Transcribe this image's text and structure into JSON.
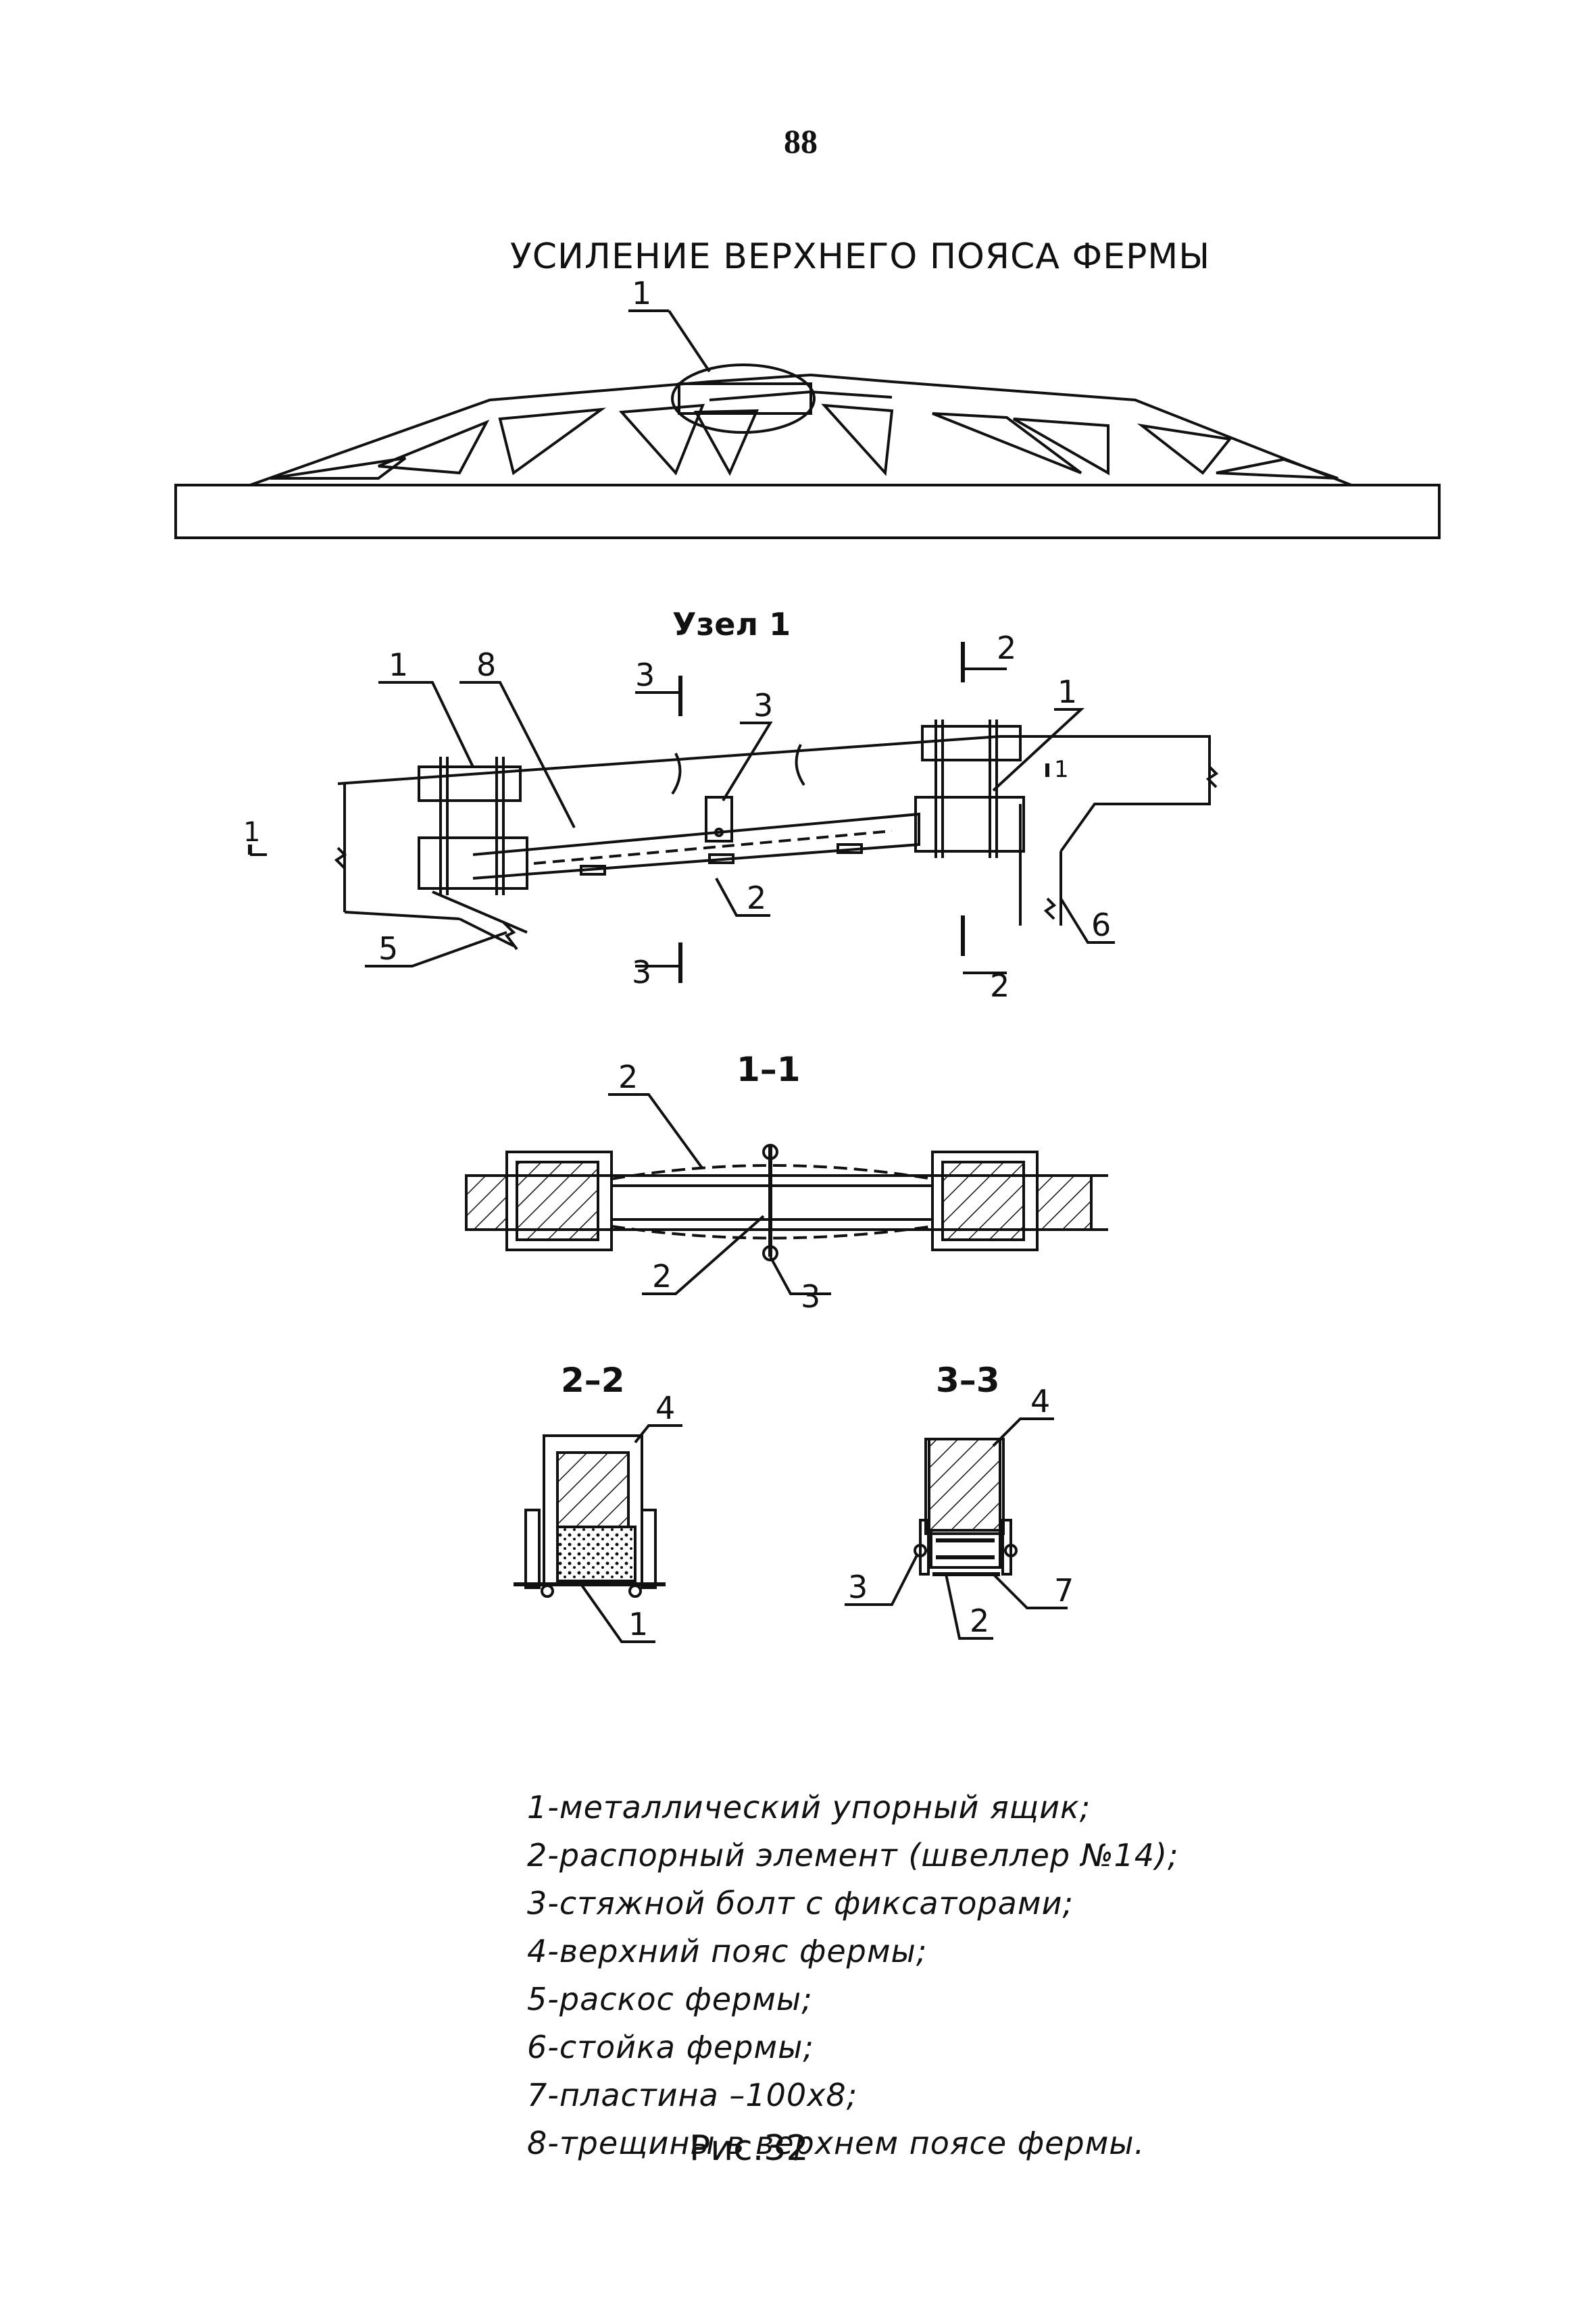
{
  "page_number": "88",
  "title": "УСИЛЕНИЕ ВЕРХНЕГО ПОЯСА ФЕРМЫ",
  "node_title": "Узел 1",
  "section_labels": {
    "s11": "1–1",
    "s22": "2–2",
    "s33": "3–3"
  },
  "callouts": [
    "1",
    "2",
    "3",
    "4",
    "5",
    "6",
    "7",
    "8"
  ],
  "cut_marks": {
    "c1": "1",
    "c2": "2",
    "c3": "3"
  },
  "legend": [
    "1-металлический упорный ящик;",
    "2-распорный элемент (швеллер №14);",
    "3-стяжной болт с фиксаторами;",
    "4-верхний пояс фермы;",
    "5-раскос фермы;",
    "6-стойка фермы;",
    "7-пластина –100х8;",
    "8-трещины в верхнем поясе фермы."
  ],
  "caption": "Рис.32"
}
